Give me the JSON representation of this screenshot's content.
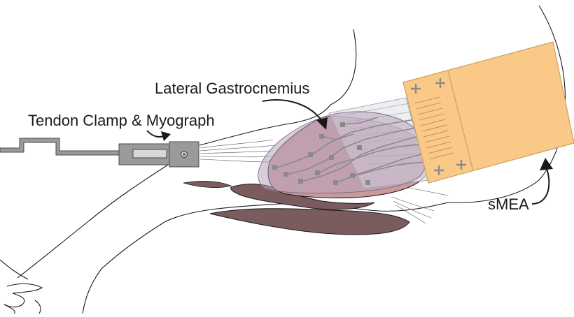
{
  "labels": {
    "lateral_gastrocnemius": "Lateral Gastrocnemius",
    "tendon_clamp_myograph": "Tendon Clamp & Myograph",
    "smea": "sMEA"
  },
  "colors": {
    "outline": "#1a1a1a",
    "muscle_dark": "#7a5c5e",
    "muscle_gastroc": "#c99a9c",
    "muscle_overlay": "#b8a4bd",
    "device_orange": "#fbc987",
    "device_orange_edge": "#c9a25e",
    "electrode_gray": "#8a8a8a",
    "clamp_gray": "#9a9a9a",
    "clamp_edge": "#4a4a4a"
  },
  "icons": {
    "connector_marks": "plus-icon",
    "tendon_pivot": "circle-icon"
  }
}
